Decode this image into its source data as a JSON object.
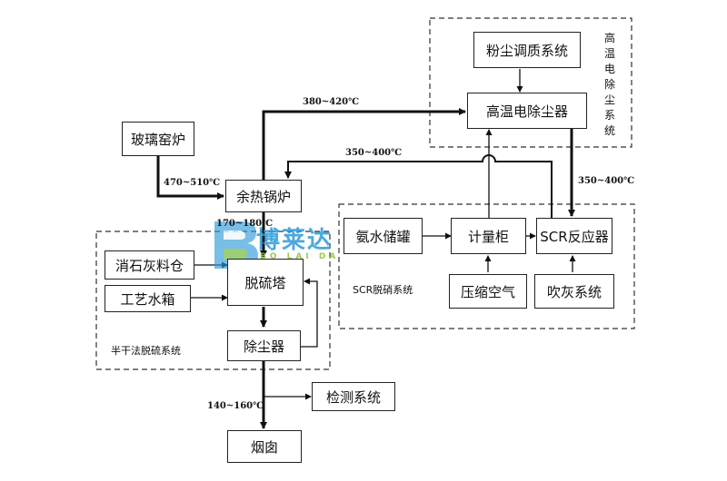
{
  "boxes": {
    "dust_conditioning": "粉尘调质系统",
    "hot_esp": "高温电除尘器",
    "glass_furnace": "玻璃窑炉",
    "waste_heat_boiler": "余热锅炉",
    "ammonia_tank": "氨水储罐",
    "metering_cabinet": "计量柜",
    "scr_reactor": "SCR反应器",
    "compressed_air": "压缩空气",
    "soot_blowing": "吹灰系统",
    "lime_silo": "消石灰料仓",
    "process_water": "工艺水箱",
    "desulfurization_tower": "脱硫塔",
    "dust_collector": "除尘器",
    "monitoring_system": "检测系统",
    "chimney": "烟囱"
  },
  "groups": {
    "hot_esp_system": "高温电除尘系统",
    "scr_system": "SCR脱硝系统",
    "semi_dry_system": "半干法脱硫系统"
  },
  "temperatures": {
    "t_380_420": "380~420℃",
    "t_350_400_top": "350~400℃",
    "t_470_510": "470~510℃",
    "t_350_400_right": "350~400℃",
    "t_170_180": "170~180℃",
    "t_140_160": "140~160℃"
  },
  "logo": {
    "text": "博莱达",
    "sub": "BO LAI DA"
  },
  "colors": {
    "line": "#111111",
    "dash": "#333333",
    "logo_blue": "#2d9bd8",
    "logo_green": "#8cc63f"
  }
}
